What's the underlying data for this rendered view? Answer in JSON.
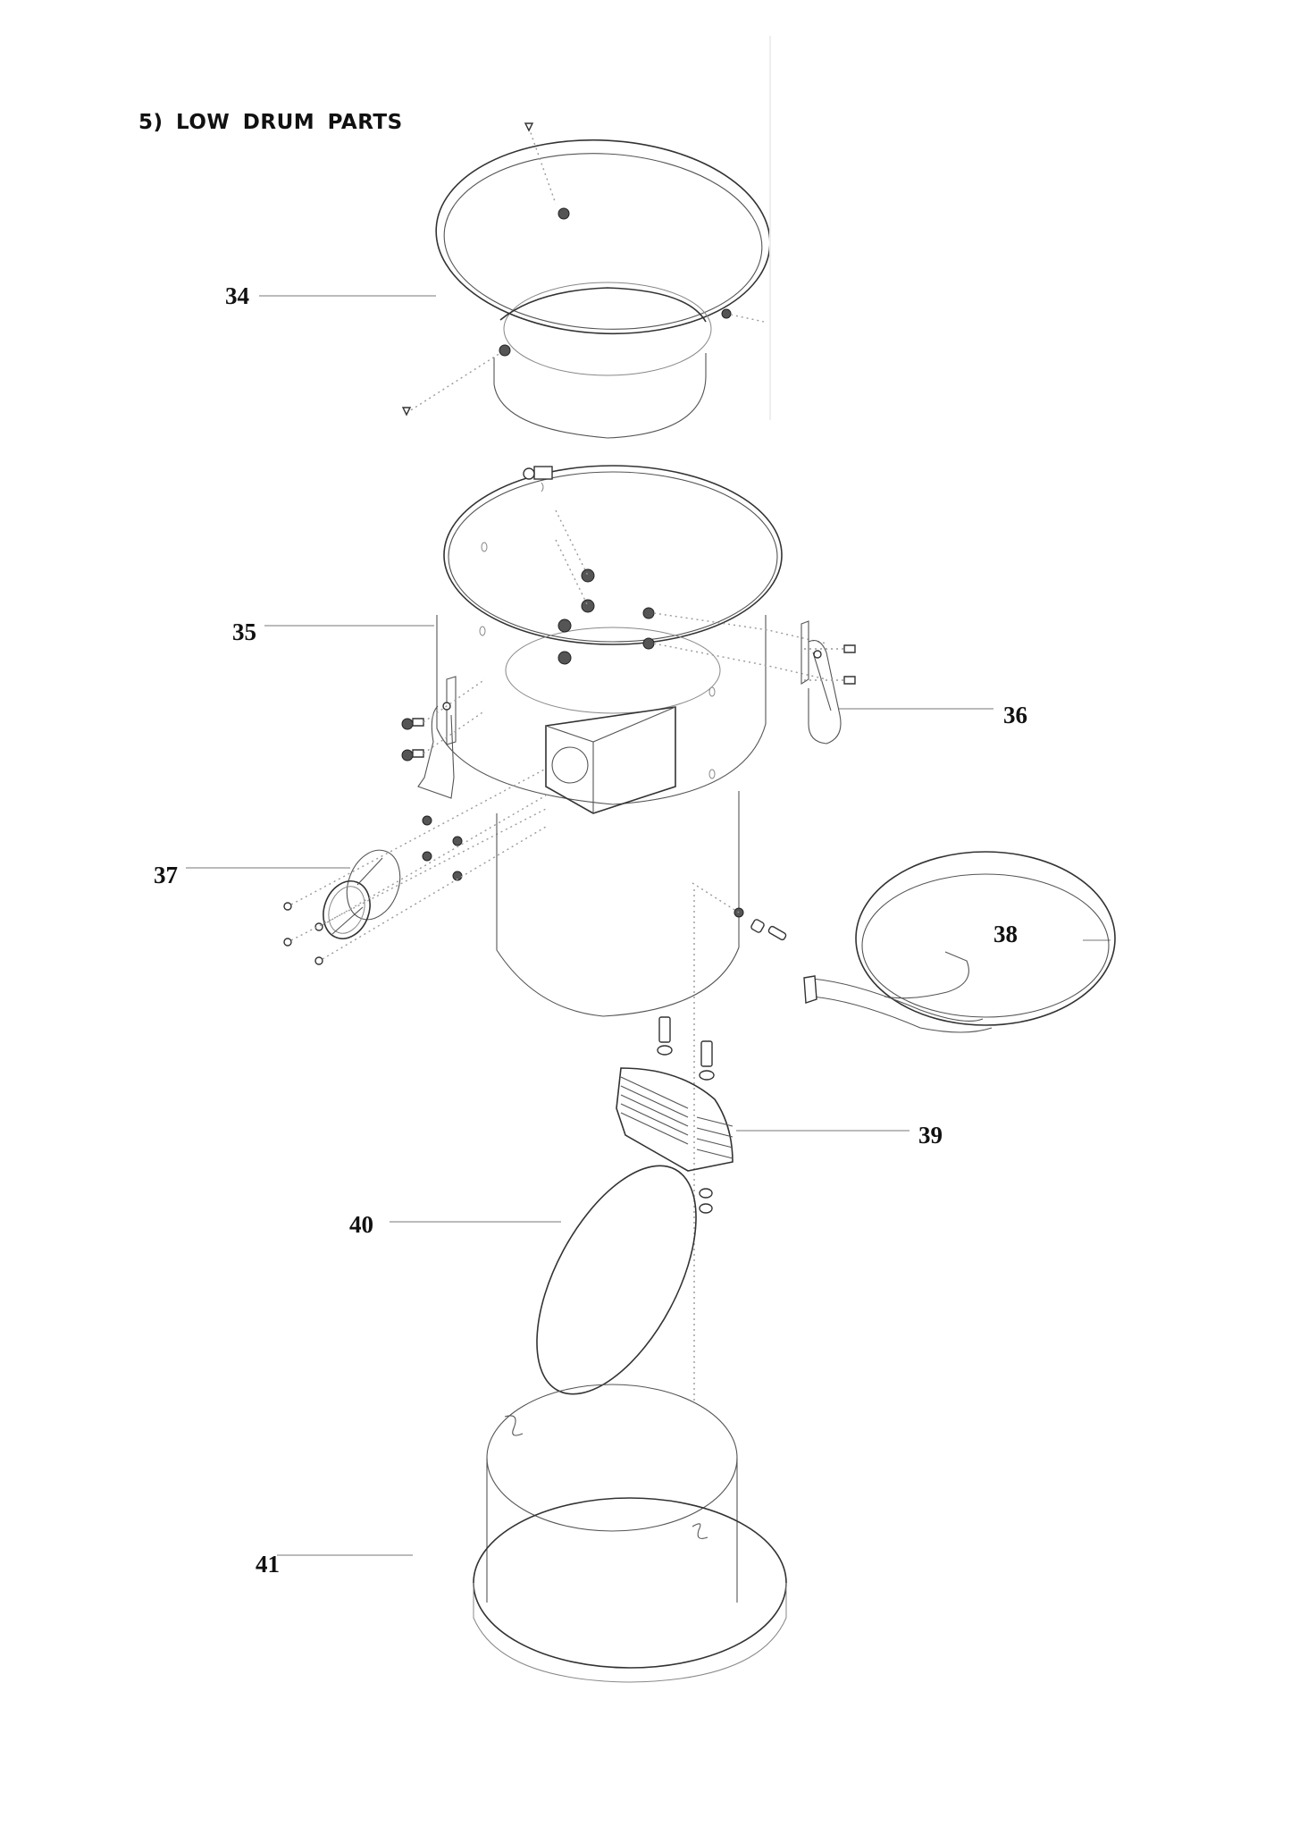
{
  "page": {
    "title": "5) LOW DRUM PARTS"
  },
  "callouts": [
    {
      "id": "34",
      "label": "34",
      "part": "hopper-funnel"
    },
    {
      "id": "35",
      "label": "35",
      "part": "upper-drum"
    },
    {
      "id": "36",
      "label": "36",
      "part": "toggle-latch"
    },
    {
      "id": "37",
      "label": "37",
      "part": "outlet-flange"
    },
    {
      "id": "38",
      "label": "38",
      "part": "drum-band"
    },
    {
      "id": "39",
      "label": "39",
      "part": "rotor-plate-stack"
    },
    {
      "id": "40",
      "label": "40",
      "part": "disc-plate"
    },
    {
      "id": "41",
      "label": "41",
      "part": "base-ring"
    }
  ],
  "colors": {
    "line": "#333333",
    "leader": "#bbbbbb",
    "text": "#111111",
    "background": "#ffffff"
  }
}
